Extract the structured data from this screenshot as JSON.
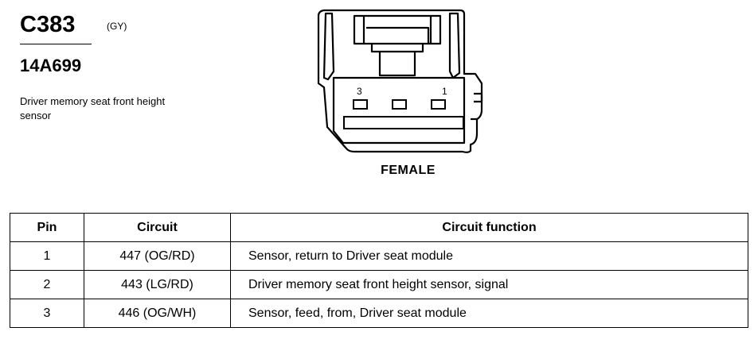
{
  "header": {
    "connector_id": "C383",
    "connector_color": "(GY)",
    "part_number": "14A699",
    "description": "Driver memory seat front height sensor"
  },
  "diagram": {
    "pin_labels": [
      "3",
      "1"
    ],
    "view_label": "FEMALE"
  },
  "table": {
    "columns": [
      "Pin",
      "Circuit",
      "Circuit function"
    ],
    "rows": [
      {
        "pin": "1",
        "circuit": "447 (OG/RD)",
        "function": "Sensor, return to Driver seat module"
      },
      {
        "pin": "2",
        "circuit": "443 (LG/RD)",
        "function": "Driver memory seat front height sensor, signal"
      },
      {
        "pin": "3",
        "circuit": "446 (OG/WH)",
        "function": "Sensor, feed, from, Driver seat module"
      }
    ]
  }
}
